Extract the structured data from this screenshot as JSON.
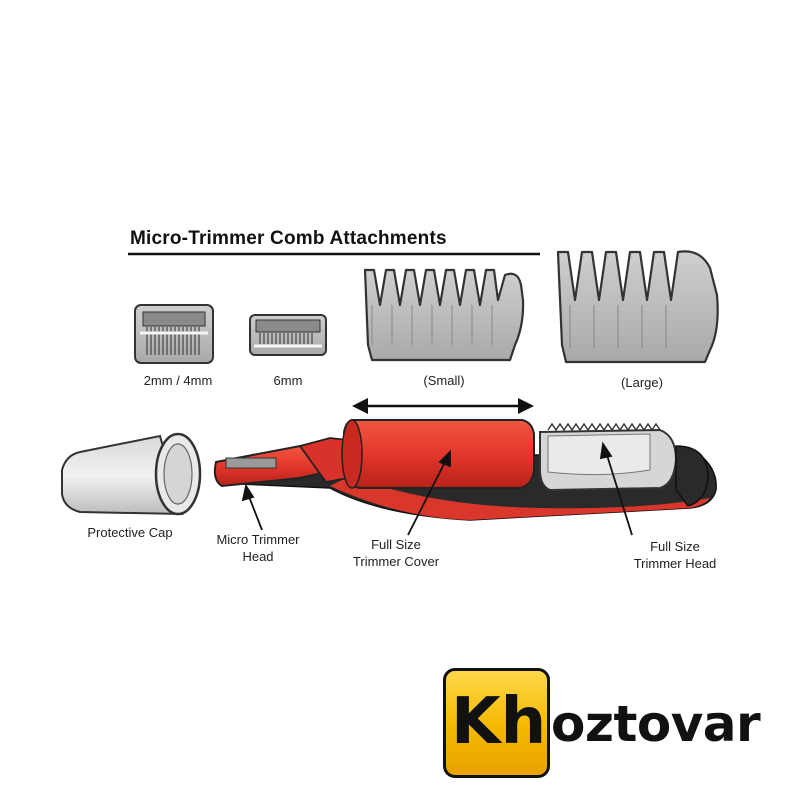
{
  "title": "Micro-Trimmer Comb Attachments",
  "attachments": [
    {
      "label": "2mm / 4mm"
    },
    {
      "label": "6mm"
    },
    {
      "label": "(Small)"
    },
    {
      "label": "(Large)"
    }
  ],
  "parts": {
    "protective_cap": "Protective Cap",
    "micro_head_line1": "Micro Trimmer",
    "micro_head_line2": "Head",
    "cover_line1": "Full Size",
    "cover_line2": "Trimmer Cover",
    "full_head_line1": "Full Size",
    "full_head_line2": "Trimmer Head"
  },
  "logo": {
    "initial": "Kh",
    "rest": "oztovar"
  },
  "colors": {
    "body_red": "#e3372c",
    "body_dark": "#2a2a2a",
    "comb_gray": "#b9b9b9",
    "logo_yellow": "#f5b800"
  }
}
